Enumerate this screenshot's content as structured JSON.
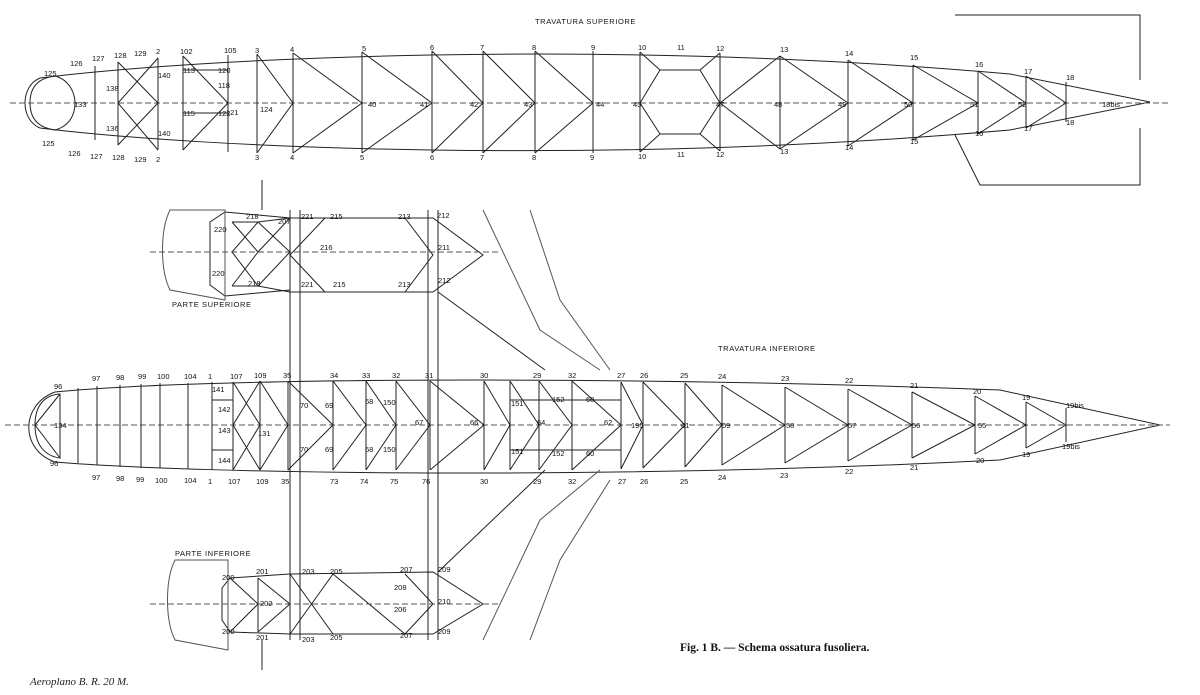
{
  "section_titles": {
    "upper_truss": "TRAVATURA SUPERIORE",
    "lower_truss": "TRAVATURA INFERIORE",
    "upper_part": "PARTE SUPERIORE",
    "lower_part": "PARTE INFERIORE"
  },
  "caption": "Fig. 1 B. — Schema ossatura fusoliera.",
  "aircraft_label": "Aeroplano B. R. 20 M.",
  "colors": {
    "ink": "#222222",
    "paper": "#ffffff"
  },
  "upper_truss_labels": {
    "top_row": [
      "125",
      "126",
      "127",
      "128",
      "129",
      "2",
      "102",
      "105",
      "3",
      "4",
      "5",
      "6",
      "7",
      "8",
      "9",
      "10",
      "11",
      "12",
      "13",
      "14",
      "15",
      "16",
      "17",
      "18"
    ],
    "center_row": [
      "133",
      "40",
      "41",
      "42",
      "43",
      "44",
      "45",
      "47",
      "48",
      "49",
      "50",
      "51",
      "52",
      "18bis"
    ],
    "bottom_row": [
      "125",
      "126",
      "127",
      "128",
      "129",
      "2",
      "3",
      "4",
      "5",
      "6",
      "7",
      "8",
      "9",
      "10",
      "11",
      "12",
      "13",
      "14",
      "15",
      "16",
      "17",
      "18"
    ],
    "interior": [
      "138",
      "136",
      "140",
      "140",
      "113",
      "115",
      "120",
      "122",
      "118",
      "121",
      "124"
    ]
  },
  "lower_truss_labels": {
    "top_row": [
      "96",
      "97",
      "98",
      "99",
      "100",
      "104",
      "1",
      "107",
      "109",
      "35",
      "34",
      "33",
      "32",
      "31",
      "30",
      "29",
      "32",
      "27",
      "26",
      "25",
      "24",
      "23",
      "22",
      "21",
      "20",
      "19",
      "19bis"
    ],
    "center_row": [
      "134",
      "70",
      "69",
      "68",
      "150",
      "67",
      "66",
      "151",
      "152",
      "60",
      "64",
      "62",
      "195",
      "61",
      "59",
      "58",
      "57",
      "56",
      "55"
    ],
    "bottom_row": [
      "96",
      "97",
      "98",
      "99",
      "100",
      "104",
      "1",
      "107",
      "109",
      "35",
      "73",
      "74",
      "75",
      "76",
      "30",
      "29",
      "32",
      "27",
      "26",
      "25",
      "24",
      "23",
      "22",
      "21",
      "20",
      "19",
      "19bis"
    ],
    "interior": [
      "141",
      "142",
      "143",
      "144",
      "131",
      "70",
      "69",
      "68",
      "150",
      "151",
      "152",
      "60"
    ]
  },
  "upper_part_labels": [
    "218",
    "220",
    "220",
    "218",
    "207",
    "221",
    "215",
    "216",
    "221",
    "215",
    "213",
    "212",
    "211",
    "213",
    "212"
  ],
  "lower_part_labels": [
    "200",
    "201",
    "202",
    "200",
    "201",
    "203",
    "205",
    "207",
    "208",
    "209",
    "206",
    "210",
    "203",
    "205",
    "207",
    "209"
  ]
}
